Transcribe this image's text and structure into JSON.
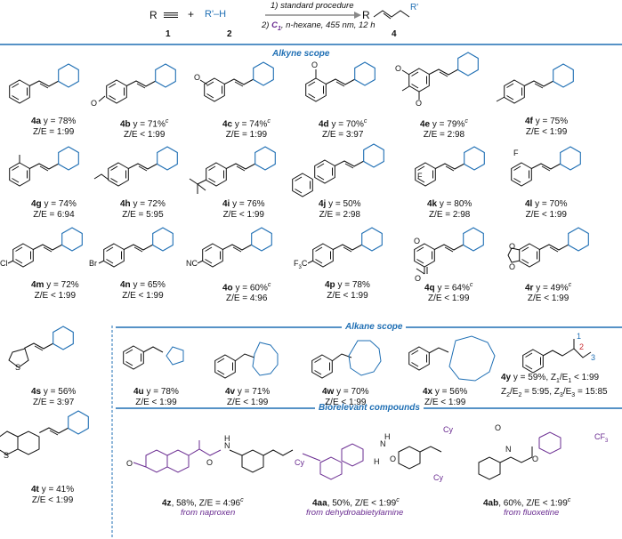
{
  "header": {
    "reagent_1": "R",
    "reagent_2": "R'–H",
    "plus": "+",
    "cond_1": "1) standard procedure",
    "cond_2_prefix": "2)",
    "cond_2_catalyst": "C",
    "cond_2_rest": ", n-hexane, 455 nm, 12 h",
    "product_R": "R",
    "product_Rp": "R'",
    "num_1": "1",
    "num_2": "2",
    "num_4": "4"
  },
  "sections": {
    "alkyne": "Alkyne scope",
    "alkane": "Alkane scope",
    "bio": "Biorelevant compounds"
  },
  "entries": [
    {
      "id": "4a",
      "yield": "y = 78%",
      "ze": "Z/E = 1:99"
    },
    {
      "id": "4b",
      "yield": "y = 71%",
      "sup": "c",
      "ze": "Z/E < 1:99"
    },
    {
      "id": "4c",
      "yield": "y = 74%",
      "sup": "c",
      "ze": "Z/E = 1:99"
    },
    {
      "id": "4d",
      "yield": "y = 70%",
      "sup": "c",
      "ze": "Z/E = 3:97"
    },
    {
      "id": "4e",
      "yield": "y = 79%",
      "sup": "c",
      "ze": "Z/E = 2:98"
    },
    {
      "id": "4f",
      "yield": "y = 75%",
      "ze": "Z/E < 1:99"
    },
    {
      "id": "4g",
      "yield": "y = 74%",
      "ze": "Z/E = 6:94"
    },
    {
      "id": "4h",
      "yield": "y = 72%",
      "ze": "Z/E = 5:95"
    },
    {
      "id": "4i",
      "yield": "y = 76%",
      "ze": "Z/E < 1:99"
    },
    {
      "id": "4j",
      "yield": "y = 50%",
      "ze": "Z/E = 2:98"
    },
    {
      "id": "4k",
      "yield": "y = 80%",
      "ze": "Z/E = 2:98"
    },
    {
      "id": "4l",
      "yield": "y = 70%",
      "ze": "Z/E < 1:99"
    },
    {
      "id": "4m",
      "yield": "y = 72%",
      "ze": "Z/E < 1:99"
    },
    {
      "id": "4n",
      "yield": "y = 65%",
      "ze": "Z/E < 1:99"
    },
    {
      "id": "4o",
      "yield": "y = 60%",
      "sup": "c",
      "ze": "Z/E = 4:96"
    },
    {
      "id": "4p",
      "yield": "y = 78%",
      "ze": "Z/E < 1:99"
    },
    {
      "id": "4q",
      "yield": "y = 64%",
      "sup": "c",
      "ze": "Z/E < 1:99"
    },
    {
      "id": "4r",
      "yield": "y = 49%",
      "sup": "c",
      "ze": "Z/E < 1:99"
    },
    {
      "id": "4s",
      "yield": "y = 56%",
      "ze": "Z/E = 3:97"
    },
    {
      "id": "4t",
      "yield": "y = 41%",
      "ze": "Z/E < 1:99"
    },
    {
      "id": "4u",
      "yield": "y = 78%",
      "ze": "Z/E < 1:99"
    },
    {
      "id": "4v",
      "yield": "y = 71%",
      "ze": "Z/E < 1:99"
    },
    {
      "id": "4w",
      "yield": "y = 70%",
      "ze": "Z/E < 1:99"
    },
    {
      "id": "4x",
      "yield": "y = 56%",
      "ze": "Z/E < 1:99"
    }
  ],
  "entry_4y": {
    "id": "4y",
    "line1": "y = 59%, Z",
    "line1b": "/E",
    "line1c": " < 1:99",
    "line2a": "Z",
    "line2b": "/E",
    "line2c": " = 5:95, Z",
    "line2d": "/E",
    "line2e": " = 15:85",
    "pos_labels": [
      "1",
      "2",
      "3"
    ]
  },
  "bio": [
    {
      "id": "4z",
      "text": ", 58%, Z/E = 4:96",
      "sup": "c",
      "from": "from naproxen"
    },
    {
      "id": "4aa",
      "text": ", 50%, Z/E < 1:99",
      "sup": "c",
      "from": "from dehydroabietylamine"
    },
    {
      "id": "4ab",
      "text": ", 60%, Z/E < 1:99",
      "sup": "c",
      "from": "from fluoxetine"
    }
  ],
  "atoms": {
    "O": "O",
    "N": "N",
    "H": "H",
    "F": "F",
    "Cl": "Cl",
    "Br": "Br",
    "NC": "NC",
    "F3C": "F",
    "S": "S",
    "Cy": "Cy",
    "CF3": "CF"
  },
  "colors": {
    "accent": "#1f6fb4",
    "purple": "#6a2c91",
    "red": "#c8282d"
  }
}
